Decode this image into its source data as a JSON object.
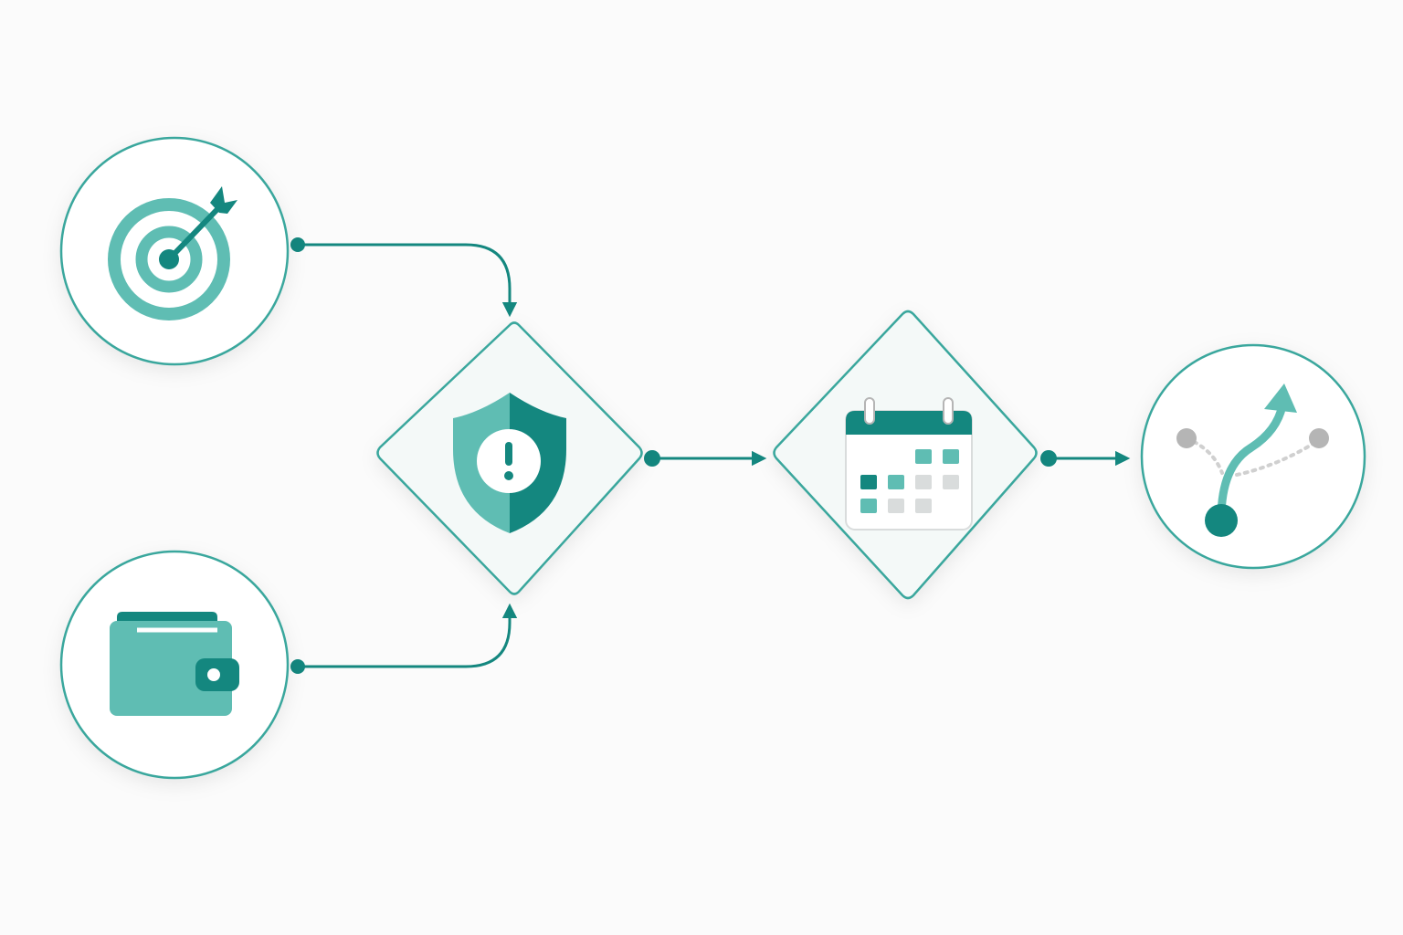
{
  "colors": {
    "background": "#fbfbfb",
    "accent_dark": "#14877f",
    "accent_light": "#5fbdb3",
    "accent_pale": "#a7dcd5",
    "node_fill_circle": "#ffffff",
    "node_fill_diamond": "#f4f9f8",
    "neutral_gray": "#b5b5b5",
    "neutral_light": "#d9dcdc"
  },
  "nodes": [
    {
      "id": "goal",
      "shape": "circle",
      "icon": "target-arrow-icon"
    },
    {
      "id": "budget",
      "shape": "circle",
      "icon": "wallet-icon"
    },
    {
      "id": "risk-check",
      "shape": "diamond",
      "icon": "shield-alert-icon"
    },
    {
      "id": "schedule",
      "shape": "diamond",
      "icon": "calendar-icon"
    },
    {
      "id": "outcome",
      "shape": "circle",
      "icon": "branching-path-icon"
    }
  ],
  "edges": [
    {
      "from": "goal",
      "to": "risk-check"
    },
    {
      "from": "budget",
      "to": "risk-check"
    },
    {
      "from": "risk-check",
      "to": "schedule"
    },
    {
      "from": "schedule",
      "to": "outcome"
    }
  ]
}
